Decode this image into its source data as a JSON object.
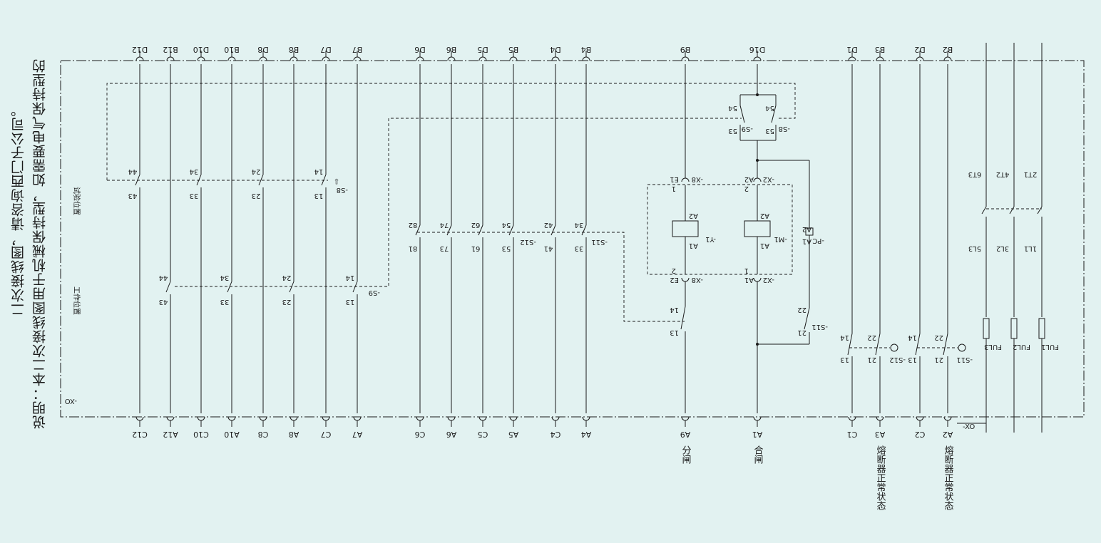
{
  "note": {
    "line1": "说明：本二次接线图用于机械保持型，如需要电气保持型的",
    "line2": "二次接线图，请咨询西门子公司。"
  },
  "terminals_top": [
    "D12",
    "B12",
    "D10",
    "B10",
    "D8",
    "B8",
    "D7",
    "B7",
    "D6",
    "B6",
    "D5",
    "B5",
    "D4",
    "B4",
    "B9",
    "D16",
    "D1",
    "B3",
    "D2",
    "B2"
  ],
  "terminals_bottom": [
    "C12",
    "A12",
    "C10",
    "A10",
    "C8",
    "A8",
    "C7",
    "A7",
    "C6",
    "A6",
    "C5",
    "A5",
    "C4",
    "A4",
    "A9",
    "A1",
    "C1",
    "A3",
    "C2",
    "A2"
  ],
  "bottom_captions": [
    "分闸",
    "合闸",
    "熔断器正常状态",
    "熔断器正常状态"
  ],
  "strip_label": "-XO",
  "position_labels": [
    "试验位置",
    "工作位置"
  ],
  "devices": {
    "s8": "-S8",
    "s9": "-S9",
    "s11": "-S11",
    "s12": "-S12",
    "y1": "-Y1",
    "m1": "-M1",
    "pc": "-PC",
    "x8": "-X8",
    "x2": "-X2",
    "ful1": "FUL1",
    "ful2": "FUL2",
    "ful3": "FUL3"
  },
  "phase_labels_top": [
    "6T3",
    "4T2",
    "2T1"
  ],
  "phase_labels_mid": [
    "5L3",
    "3L2",
    "1L1"
  ],
  "contact_numbers": {
    "s8_top": [
      "44",
      "34",
      "24",
      "14"
    ],
    "s8_bottom": [
      "43",
      "33",
      "23",
      "13"
    ],
    "s9_top": [
      "44",
      "34",
      "24",
      "14"
    ],
    "s9_bottom": [
      "43",
      "33",
      "23",
      "13"
    ],
    "s12_top": [
      "82",
      "74",
      "62",
      "54",
      "42",
      "34"
    ],
    "s12_bottom": [
      "81",
      "73",
      "61",
      "53",
      "41",
      "33"
    ],
    "aux_54": "54",
    "aux_53": "53",
    "c14": "14",
    "c13": "13",
    "c22": "22",
    "c21": "21",
    "coil_a1": "A1",
    "coil_a2": "A2",
    "pin1": "1",
    "pin2": "2",
    "pin_e1": "E1",
    "pin_e2": "E2",
    "pc_a2": "A2",
    "pc_a1": "A1"
  },
  "colors": {
    "background": "#e2f2f1",
    "ink": "#1a1a1a"
  }
}
